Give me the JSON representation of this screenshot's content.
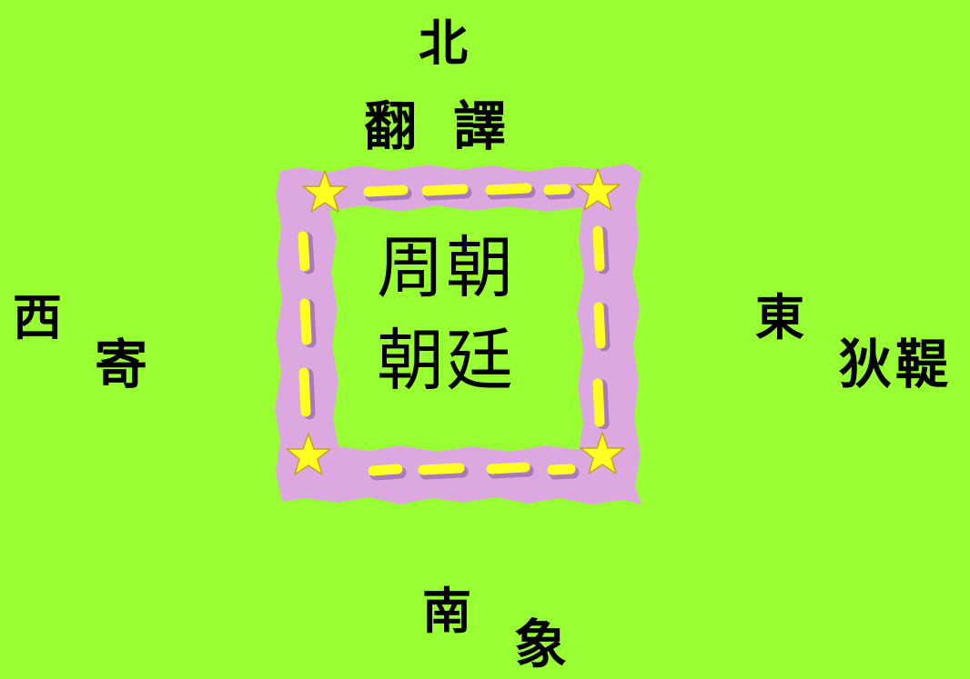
{
  "directions": {
    "north": "北",
    "south": "南",
    "east": "東",
    "west": "西"
  },
  "terms": {
    "north": "翻 譯",
    "south": "象",
    "east": "狄鞮",
    "west": "寄"
  },
  "center": {
    "line1": "周朝",
    "line2": "朝廷"
  },
  "colors": {
    "background": "#99ff33",
    "frame": "#dda8e0",
    "frame_shadow": "#b07cc0",
    "dash": "#ffff22",
    "star": "#ffff22"
  }
}
